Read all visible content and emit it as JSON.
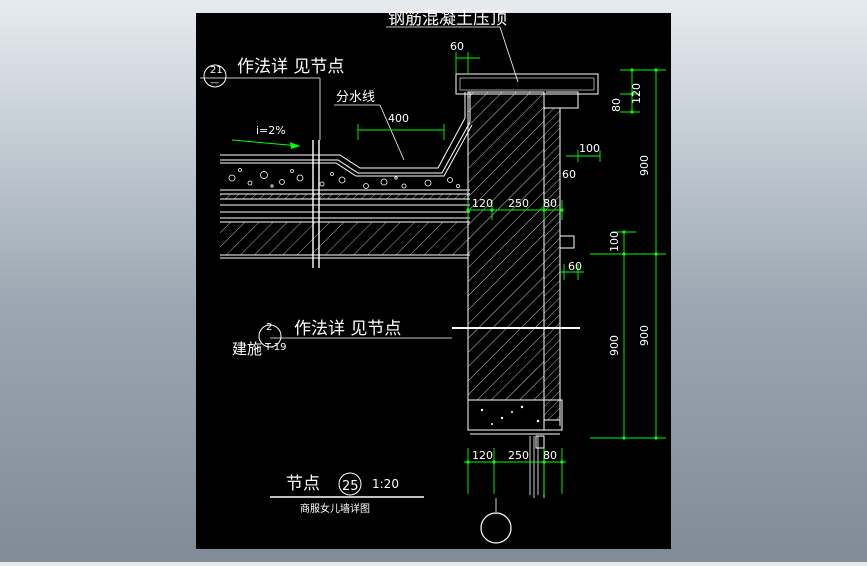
{
  "drawing": {
    "labels": {
      "top_title": "钢筋混凝土压顶",
      "top_dim_60": "60",
      "callout_top_num": "21",
      "callout_top_sub": "—",
      "callout_top_text": "作法详 见节点",
      "split_line": "分水线",
      "dim_400": "400",
      "slope": "i=2%",
      "callout_mid_num": "2",
      "callout_mid_sub": "T-19",
      "callout_mid_prefix": "建施",
      "callout_mid_text": "作法详 见节点",
      "dim_120": "120",
      "dim_250": "250",
      "dim_80": "80",
      "dim_100": "100",
      "dim_60": "60",
      "dim_900": "900",
      "dim_80b": "80",
      "dim_120b": "120",
      "node_label": "节点",
      "node_number": "25",
      "scale": "1:20",
      "caption": "商服女儿墙详图"
    },
    "colors": {
      "background": "#000000",
      "lines": "#ffffff",
      "dimension": "#00ff00"
    }
  }
}
